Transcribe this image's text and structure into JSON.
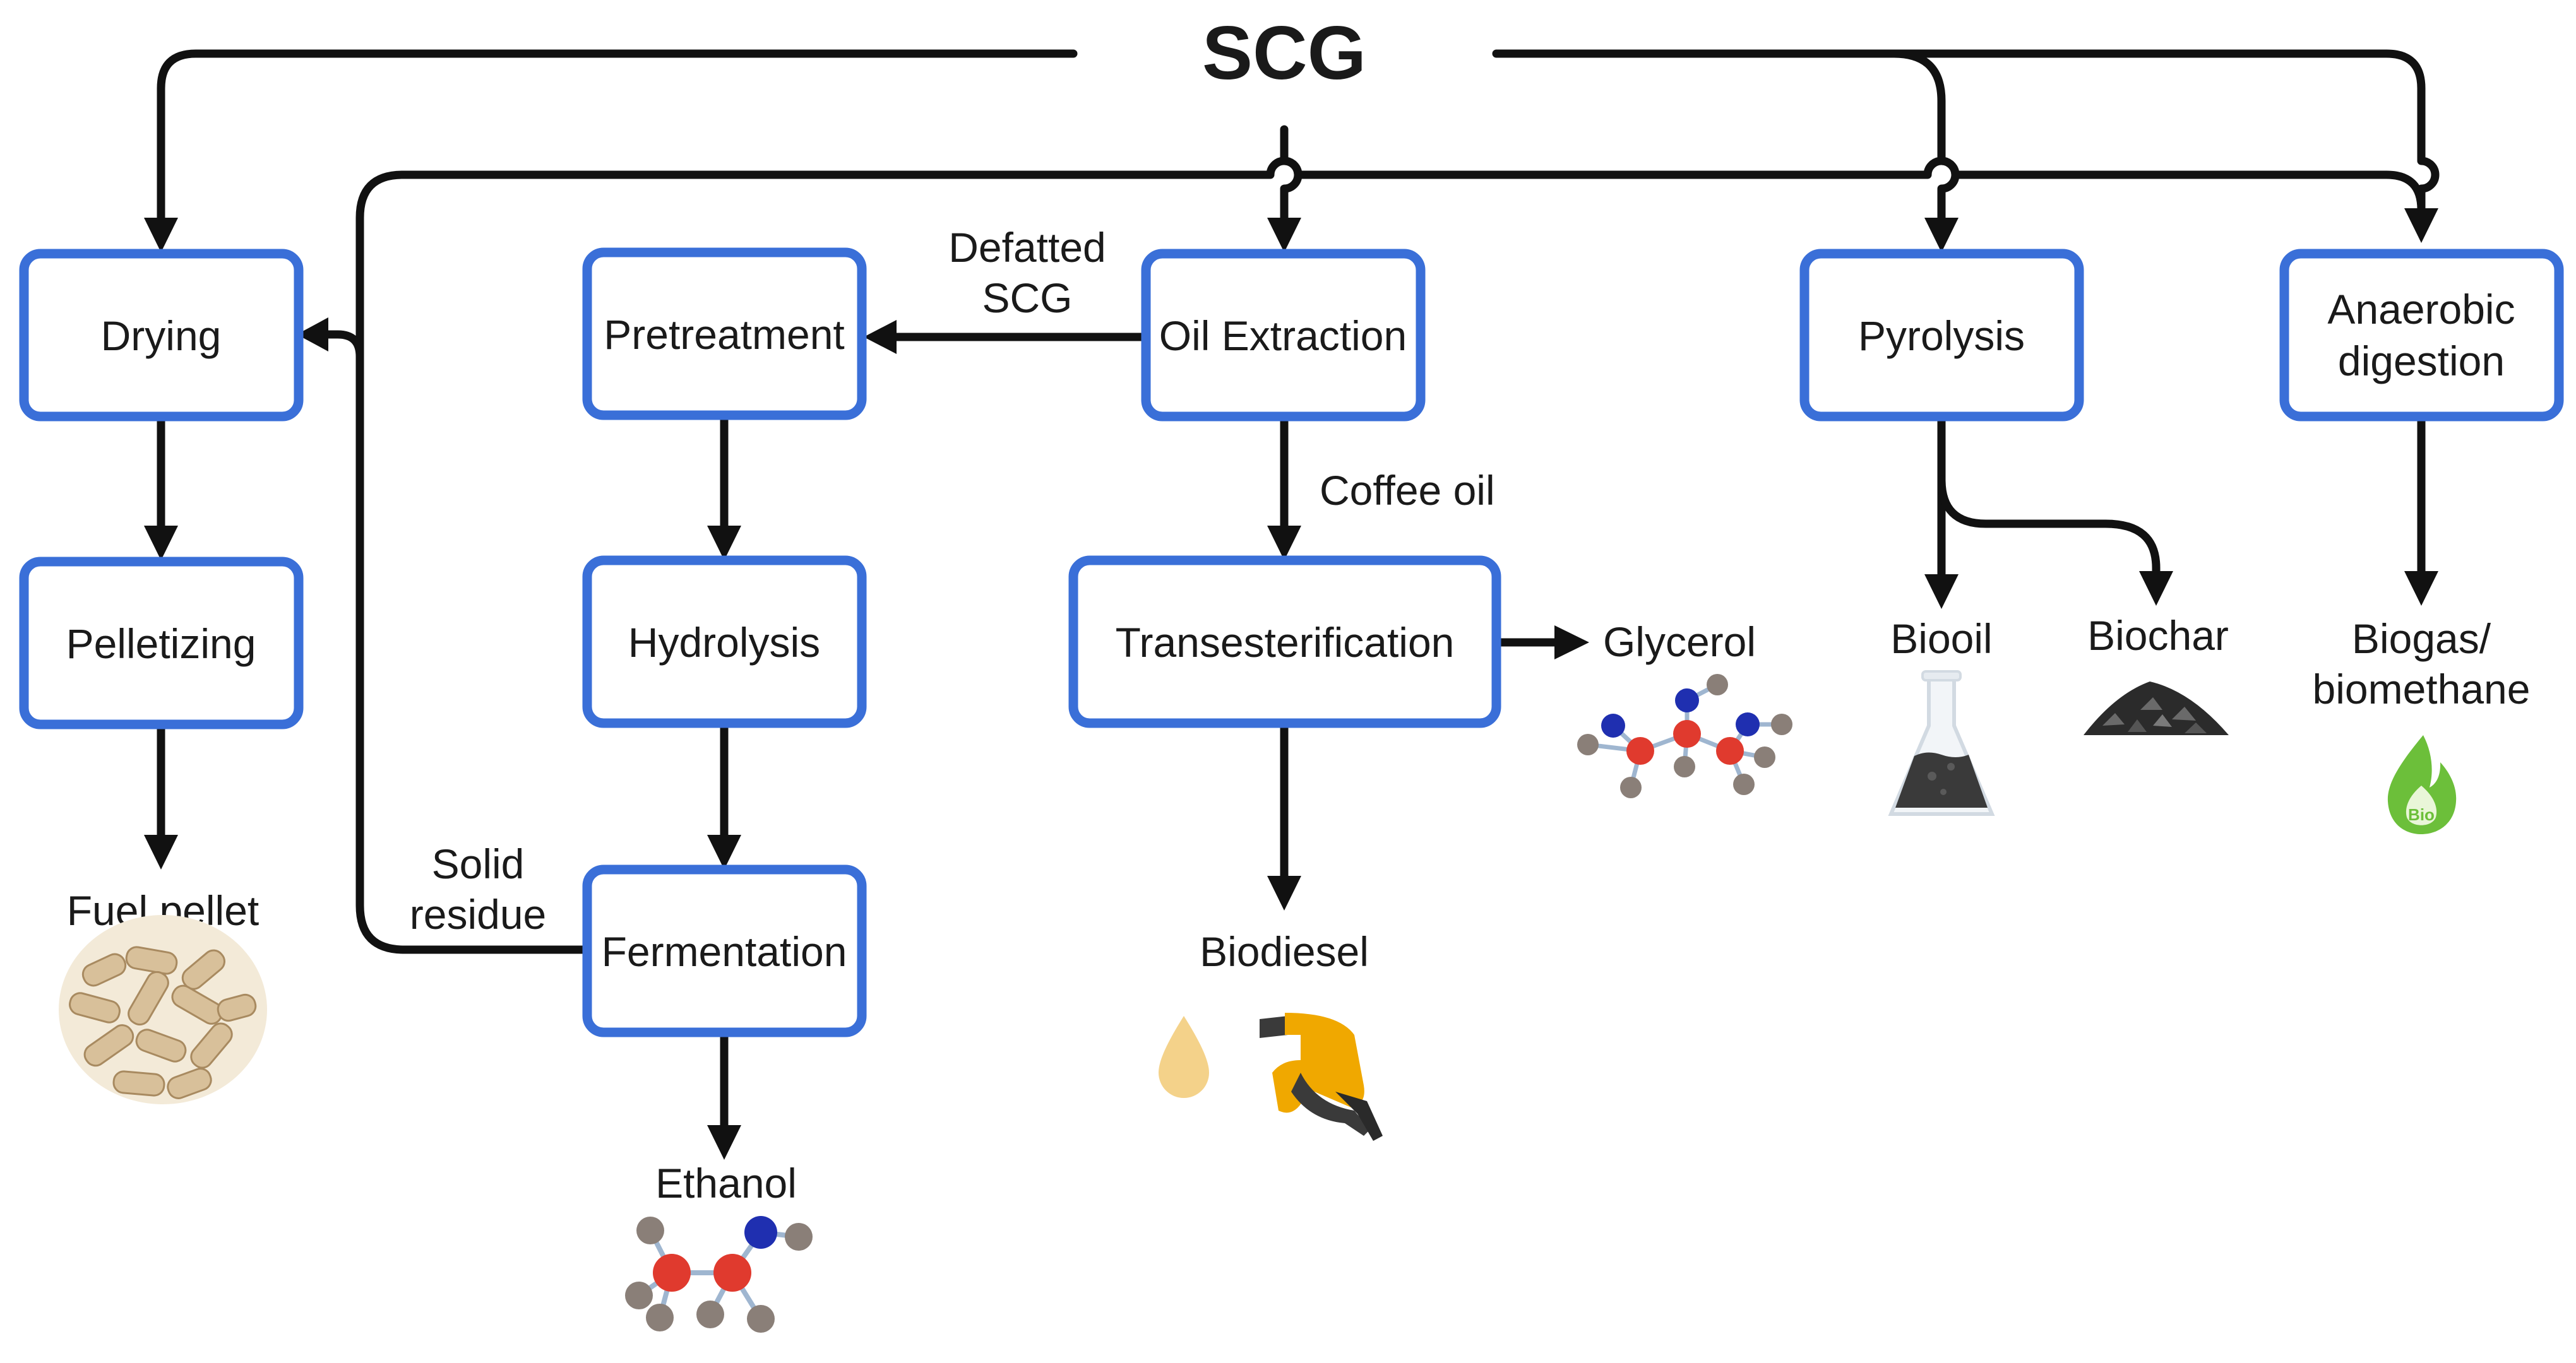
{
  "diagram": {
    "title": "SCG",
    "nodes": {
      "drying": "Drying",
      "pelletizing": "Pelletizing",
      "pretreatment": "Pretreatment",
      "hydrolysis": "Hydrolysis",
      "fermentation": "Fermentation",
      "oil_extraction": "Oil Extraction",
      "transesterification": "Transesterification",
      "pyrolysis": "Pyrolysis",
      "anaerobic_line1": "Anaerobic",
      "anaerobic_line2": "digestion"
    },
    "edge_labels": {
      "defatted_line1": "Defatted",
      "defatted_line2": "SCG",
      "coffee_oil": "Coffee oil",
      "solid_line1": "Solid",
      "solid_line2": "residue"
    },
    "products": {
      "fuel_pellet": "Fuel pellet",
      "ethanol": "Ethanol",
      "biodiesel": "Biodiesel",
      "glycerol": "Glycerol",
      "biooil": "Biooil",
      "biochar": "Biochar",
      "biogas_line1": "Biogas/",
      "biogas_line2": "biomethane",
      "bio_badge": "Bio"
    },
    "colors": {
      "box_border": "#3a6fd8",
      "arrow": "#111111",
      "atom_red": "#e03a2e",
      "atom_blue": "#1f2fb0",
      "atom_gray": "#8a7f78",
      "fuel_nozzle": "#f0a800",
      "flame_green": "#6cbf3a"
    }
  }
}
